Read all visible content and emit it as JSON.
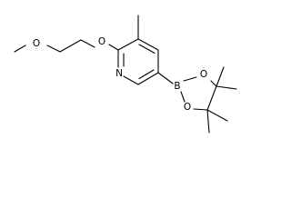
{
  "molecule": {
    "atoms": {
      "methoxy_oxygen": "O",
      "ether_oxygen": "O",
      "ring_nitrogen": "N",
      "boron": "B",
      "dioxaborolane_oxygen_upper": "O",
      "dioxaborolane_oxygen_lower": "O"
    }
  },
  "colors": {
    "bond": "#000000",
    "label": "#000000",
    "background": "#ffffff"
  }
}
